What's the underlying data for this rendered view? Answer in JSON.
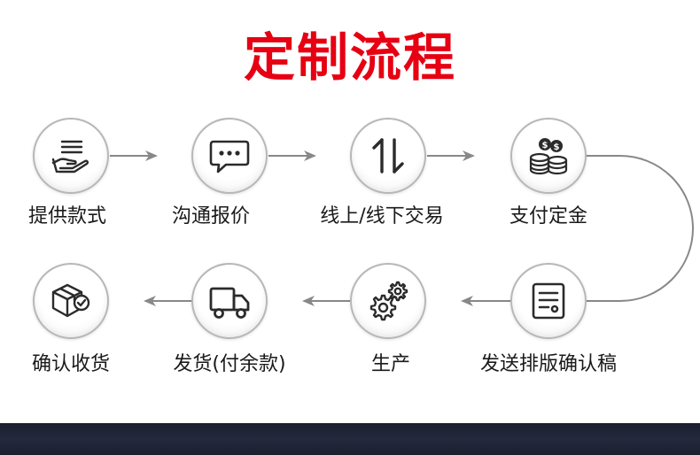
{
  "title": "定制流程",
  "steps": [
    {
      "label": "提供款式",
      "icon": "hand-with-document-icon"
    },
    {
      "label": "沟通报价",
      "icon": "chat-bubble-icon"
    },
    {
      "label": "线上/线下交易",
      "icon": "up-down-arrows-icon"
    },
    {
      "label": "支付定金",
      "icon": "coin-stack-icon"
    },
    {
      "label": "发送排版确认稿",
      "icon": "document-list-icon"
    },
    {
      "label": "生产",
      "icon": "gears-icon"
    },
    {
      "label": "发货(付余款)",
      "icon": "delivery-truck-icon"
    },
    {
      "label": "确认收货",
      "icon": "package-check-icon"
    }
  ],
  "colors": {
    "title": "#e60012",
    "connector": "#888888",
    "circle_border": "#b7b7b7",
    "icon": "#2b2b2b",
    "footer": "#1f2536"
  }
}
